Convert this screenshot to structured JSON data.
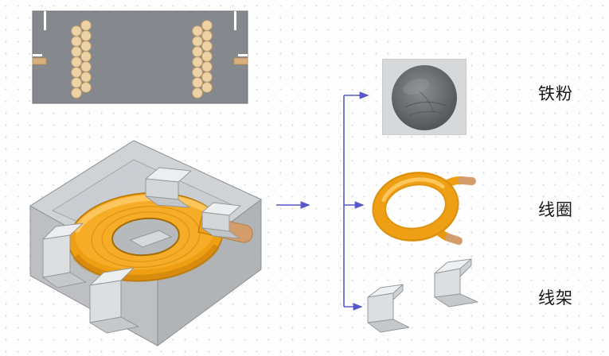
{
  "figure": {
    "type": "component-breakdown-diagram",
    "items": [
      {
        "name": "iron-powder",
        "label": "铁粉"
      },
      {
        "name": "coil",
        "label": "线圈"
      },
      {
        "name": "bobbin",
        "label": "线架"
      }
    ],
    "graphics": [
      "inductor-cross-section-diagram",
      "inductor-3d-model",
      "iron-powder-photo",
      "coil-image",
      "bobbin-clips-image"
    ],
    "colors": {
      "arrow": "#5658c9",
      "case_gray": "#85898d",
      "wire_dot": "#edd2a6",
      "coil_orange": "#ef9f14",
      "copper_tip": "#d59c6b",
      "powder_gray": "#5d6063",
      "label_text": "#161616"
    }
  }
}
